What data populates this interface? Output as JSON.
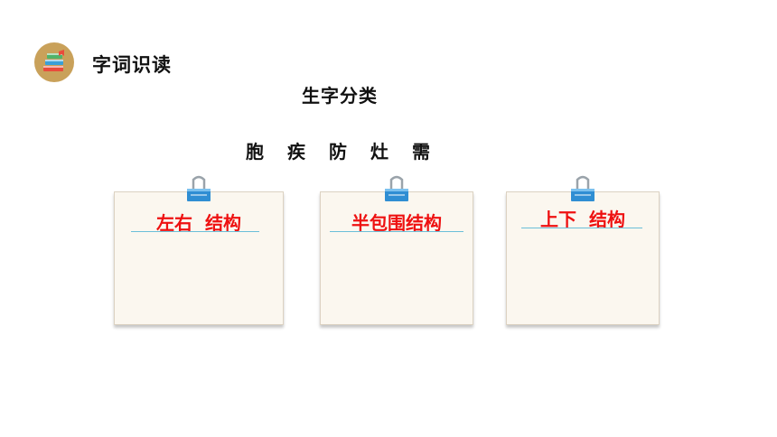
{
  "header": {
    "logo_icon": "books-icon",
    "section_title": "字词识读"
  },
  "main": {
    "sub_title": "生字分类",
    "characters": [
      "胞",
      "疾",
      "防",
      "灶",
      "需"
    ],
    "cards": [
      {
        "label": "左右  结构",
        "icon": "binder-clip-icon"
      },
      {
        "label": "半包围结构",
        "icon": "binder-clip-icon"
      },
      {
        "label": "上下  结构",
        "icon": "binder-clip-icon"
      }
    ]
  },
  "colors": {
    "label_red": "#ee1111",
    "clip_blue": "#2f8ed3",
    "underline": "#6bbfd8",
    "card_bg": "#fbf7ef"
  }
}
